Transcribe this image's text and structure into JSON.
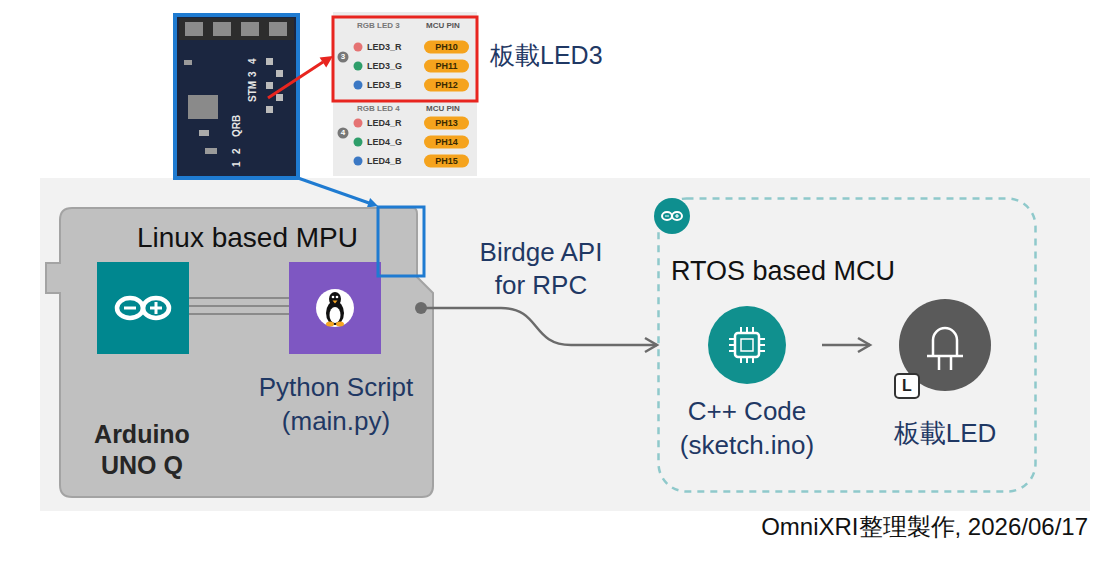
{
  "diagram": {
    "nodes": [
      {
        "text": [
          "Linux based MPU",
          "Arduino UNO Q"
        ]
      },
      {
        "text": [
          "Python Script (main.py)"
        ],
        "in": 0
      },
      {
        "text": [
          "RTOS based MCU"
        ]
      },
      {
        "text": [
          "C++ Code (sketch.ino)"
        ],
        "in": 2
      },
      {
        "text": [
          "L",
          "板載LED"
        ],
        "in": 2
      }
    ],
    "edges": [
      {
        "from": 1,
        "to": 2,
        "label": "Birdge API for RPC",
        "arrow": "to"
      },
      {
        "from": 3,
        "to": 4,
        "arrow": "to"
      }
    ],
    "labels": [
      "板載LED3",
      "RGB LED 3",
      "MCU PIN",
      "3",
      "LED3_R",
      "PH10",
      "LED3_G",
      "PH11",
      "LED3_B",
      "PH12",
      "RGB LED 4",
      "MCU PIN",
      "4",
      "LED4_R",
      "PH13",
      "LED4_G",
      "PH14",
      "LED4_B",
      "PH15",
      "QRB",
      "STM",
      "1",
      "2",
      "3",
      "4",
      "OmniXRI整理製作, 2026/06/17"
    ]
  }
}
